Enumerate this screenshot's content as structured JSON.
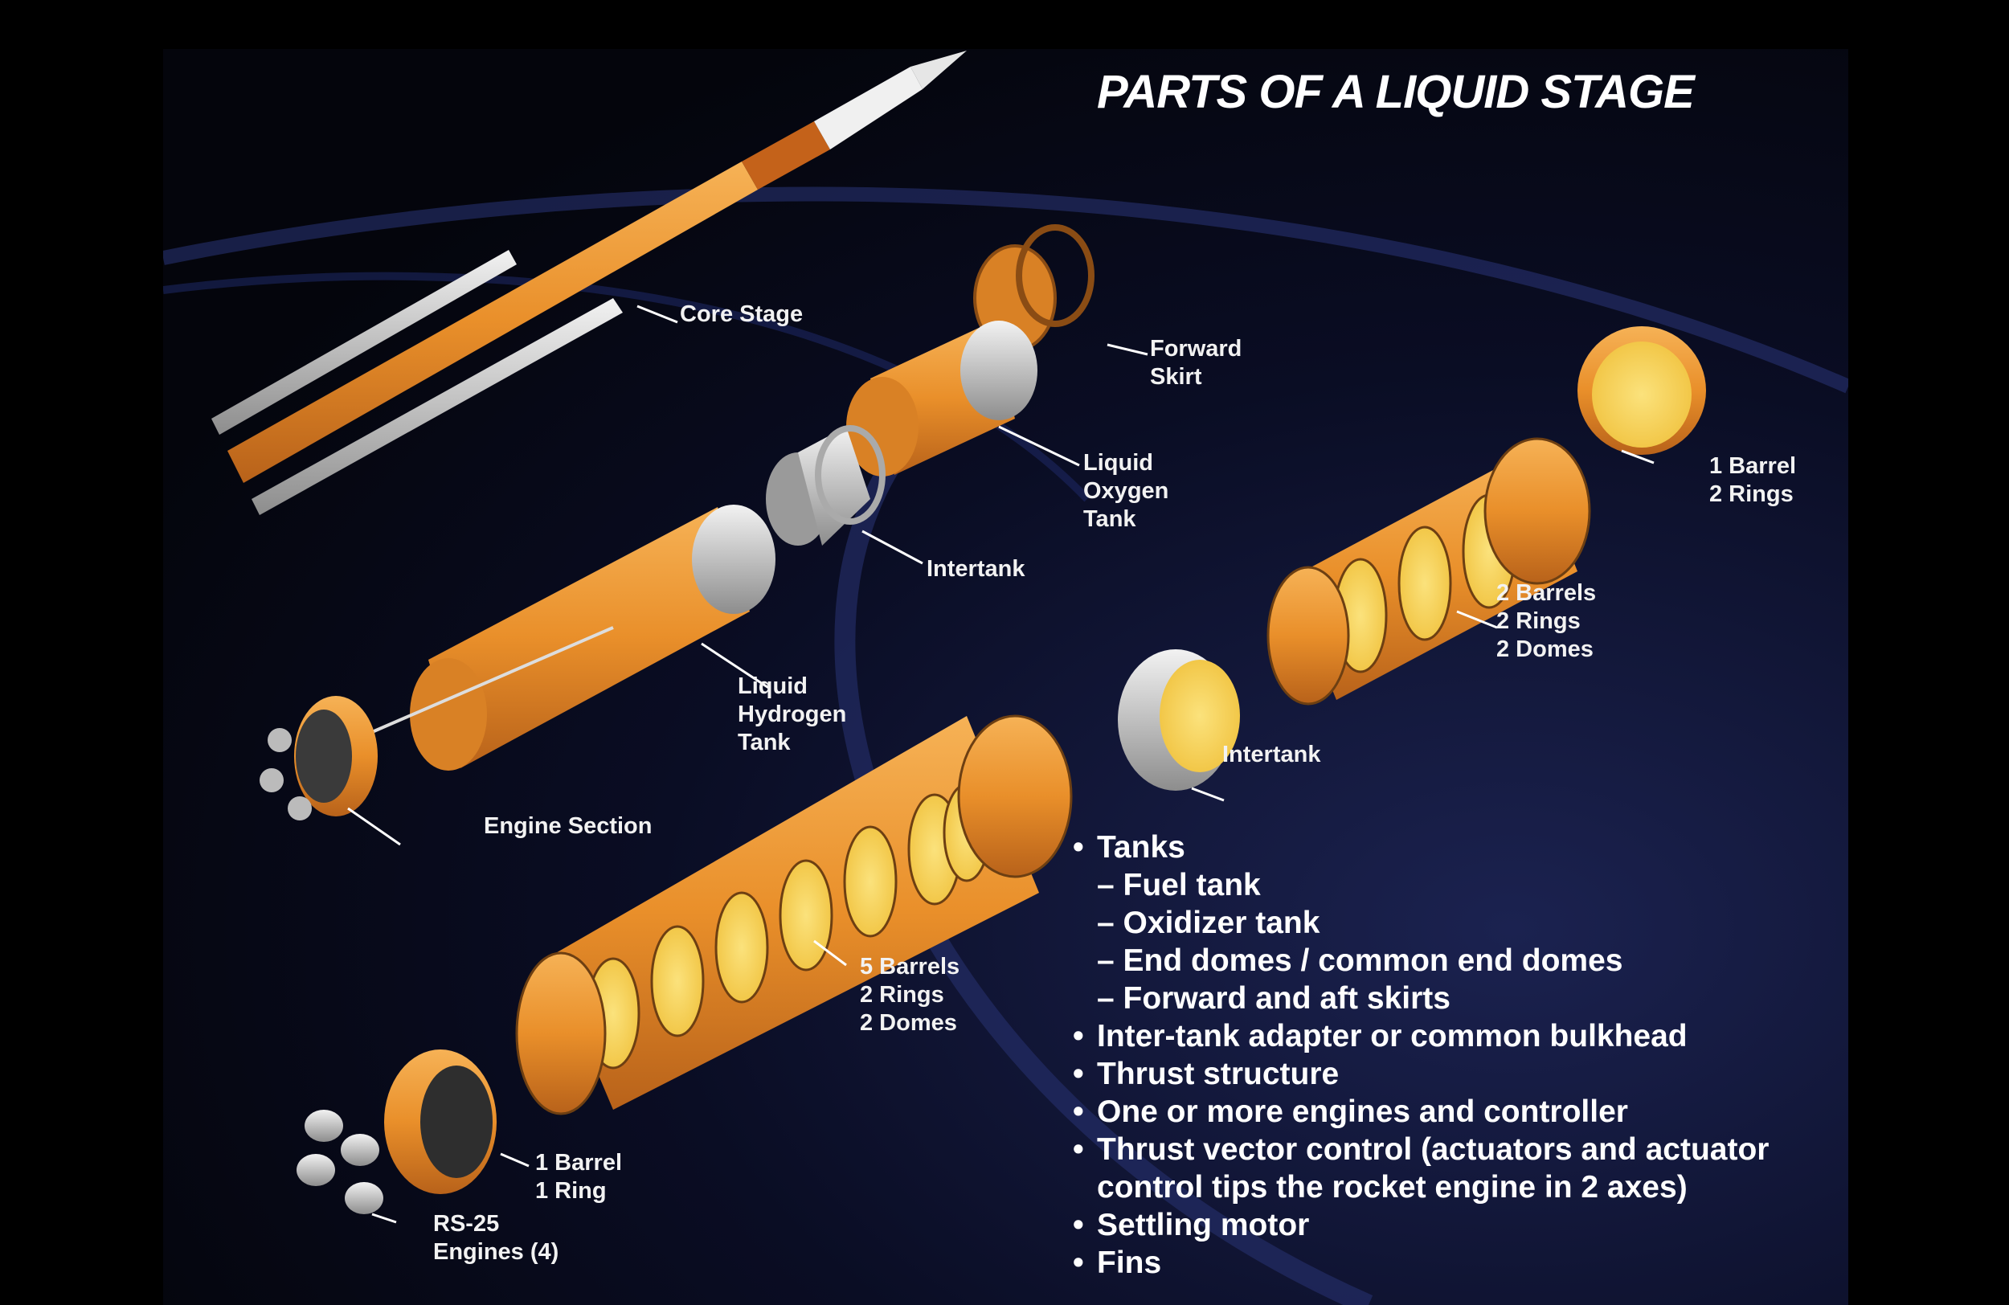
{
  "title": "PARTS OF A LIQUID STAGE",
  "labels": {
    "core_stage": "Core Stage",
    "forward_skirt": "Forward\nSkirt",
    "lox_tank": "Liquid\nOxygen\nTank",
    "intertank_left": "Intertank",
    "lh2_tank": "Liquid\nHydrogen\nTank",
    "engine_section": "Engine Section",
    "barrels_5": "5 Barrels\n2 Rings\n2 Domes",
    "barrel_1_ring": "1 Barrel\n1 Ring",
    "rs25": "RS-25\nEngines (4)",
    "barrel_1_rings2": "1 Barrel\n2 Rings",
    "barrels_2": "2 Barrels\n2 Rings\n2 Domes",
    "intertank_right": "Intertank"
  },
  "bullets": [
    {
      "text": "Tanks",
      "level": 1
    },
    {
      "text": "– Fuel tank",
      "level": 2
    },
    {
      "text": "– Oxidizer tank",
      "level": 2
    },
    {
      "text": "– End domes / common end domes",
      "level": 2
    },
    {
      "text": "– Forward and aft skirts",
      "level": 2
    },
    {
      "text": "Inter-tank adapter or common bulkhead",
      "level": 1
    },
    {
      "text": "Thrust structure",
      "level": 1
    },
    {
      "text": "One or more engines and controller",
      "level": 1
    },
    {
      "text": "Thrust vector control (actuators and actuator\ncontrol tips the rocket engine in 2 axes)",
      "level": 1
    },
    {
      "text": "Settling motor",
      "level": 1
    },
    {
      "text": "Fins",
      "level": 1
    }
  ],
  "colors": {
    "orange": "#e98f2a",
    "inner": "#f7d35c",
    "grey": "#c8c8c8"
  }
}
